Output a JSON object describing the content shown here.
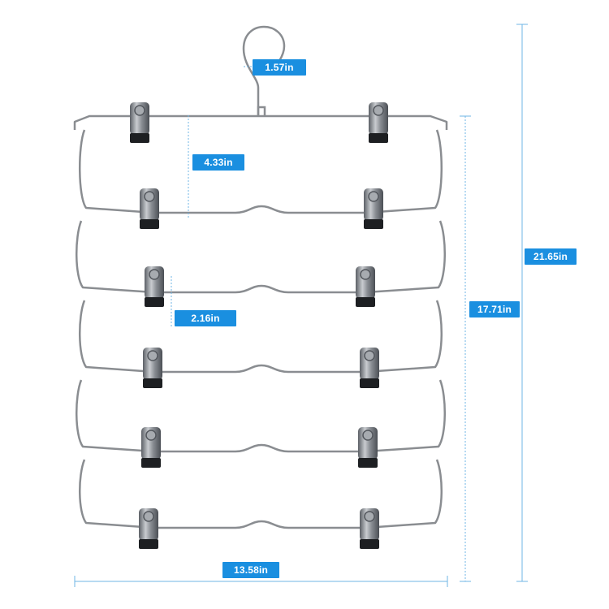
{
  "dimensions": {
    "hook_width": "1.57in",
    "tier_spacing": "4.33in",
    "clip_height": "2.16in",
    "hanging_height": "17.71in",
    "total_height": "21.65in",
    "width": "13.58in"
  },
  "colors": {
    "label_bg": "#1a8fe0",
    "label_text": "#ffffff",
    "dimension_line": "#6fb6e6",
    "wire": "#8a8d91",
    "clip_metal": "#7b7f85",
    "clip_grip": "#1d1f22"
  },
  "tiers": 6,
  "clips_per_tier": 2
}
